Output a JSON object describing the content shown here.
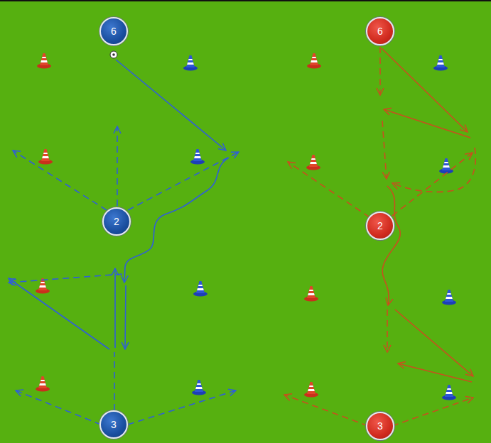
{
  "diagram": {
    "nodes": [
      {
        "text": [
          "6"
        ]
      },
      {
        "text": [
          "6"
        ]
      },
      {
        "text": [
          "2"
        ]
      },
      {
        "text": [
          "2"
        ]
      },
      {
        "text": [
          "3"
        ]
      },
      {
        "text": [
          "3"
        ]
      }
    ]
  }
}
